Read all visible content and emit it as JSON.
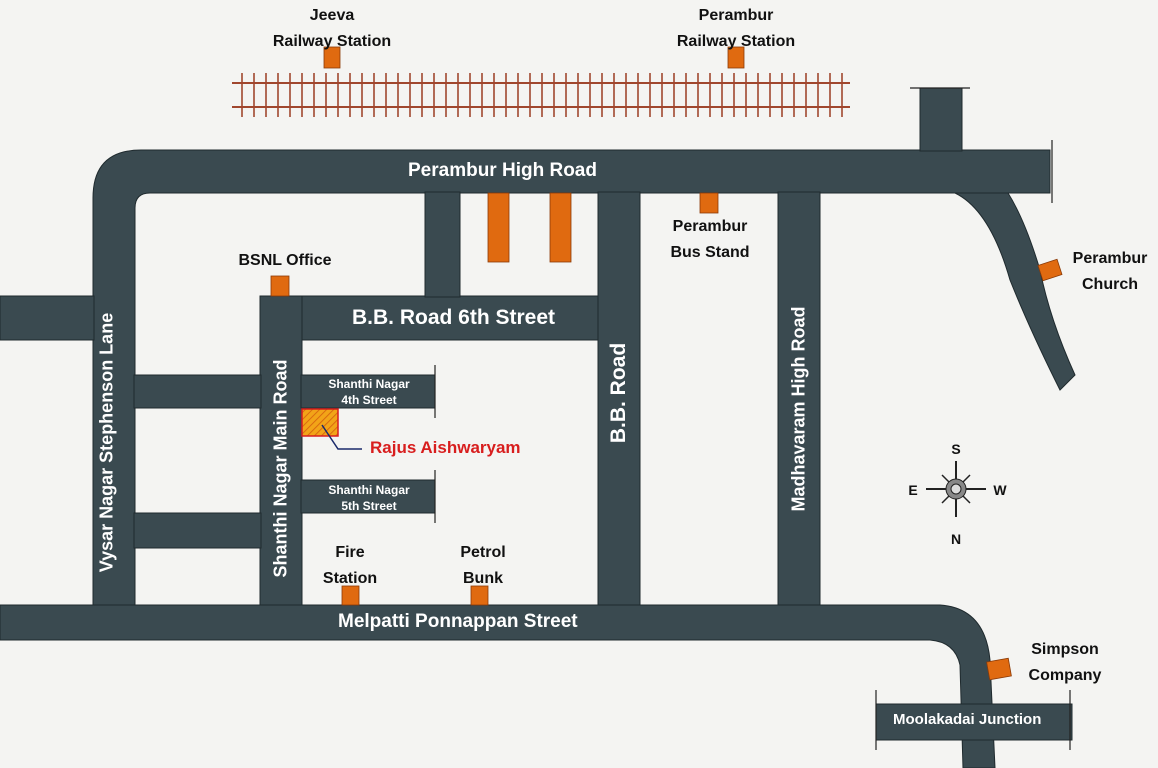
{
  "colors": {
    "background": "#f4f4f2",
    "road": "#3a4a50",
    "landmark": "#e06a10",
    "railway": "#a0472e",
    "destination_text": "#d81e1e",
    "leader_line": "#1a2a6a"
  },
  "railway": {
    "stations": [
      {
        "name": "Jeeva",
        "suffix": "Railway Station"
      },
      {
        "name": "Perambur",
        "suffix": "Railway Station"
      }
    ]
  },
  "roads": {
    "perambur_high_road": "Perambur High Road",
    "bb_road_6th_street": "B.B. Road 6th Street",
    "vysar_nagar_lane": "Vysar Nagar Stephenson Lane",
    "shanthi_nagar_main_road": "Shanthi Nagar Main Road",
    "shanthi_4th_line1": "Shanthi Nagar",
    "shanthi_4th_line2": "4th Street",
    "shanthi_5th_line1": "Shanthi Nagar",
    "shanthi_5th_line2": "5th Street",
    "bb_road": "B.B. Road",
    "madhavaram_high_road": "Madhavaram High Road",
    "melpatti_ponnappan_street": "Melpatti Ponnappan Street",
    "moolakadai_junction": "Moolakadai Junction"
  },
  "landmarks": {
    "bsnl_office": "BSNL Office",
    "bus_stand_line1": "Perambur",
    "bus_stand_line2": "Bus Stand",
    "church_line1": "Perambur",
    "church_line2": "Church",
    "fire_line1": "Fire",
    "fire_line2": "Station",
    "petrol_line1": "Petrol",
    "petrol_line2": "Bunk",
    "simpson_line1": "Simpson",
    "simpson_line2": "Company"
  },
  "destination": {
    "name": "Rajus Aishwaryam"
  },
  "compass": {
    "top": "S",
    "bottom": "N",
    "left": "E",
    "right": "W"
  }
}
